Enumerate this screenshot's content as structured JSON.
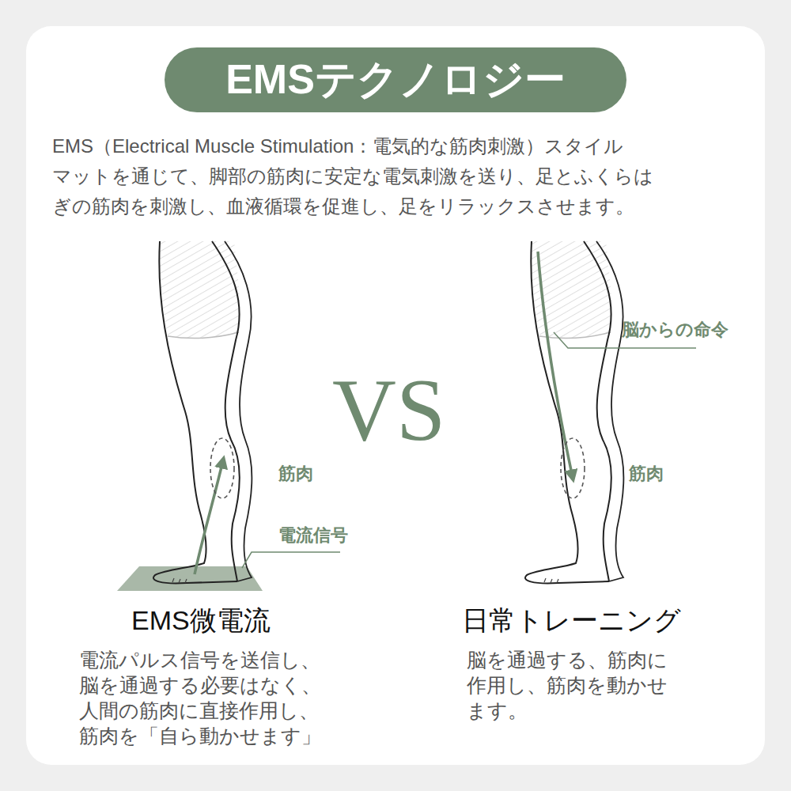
{
  "diagram": {
    "title": "EMSテクノロジー",
    "labels": [
      "EMS（Electrical Muscle Stimulation：電気的な筋肉刺激）スタイル マットを通じて、脚部の筋肉に安定な電気刺激を送り、足とふくらは ぎの筋肉を刺激し、血液循環を促進し、足をリラックスさせます。",
      "VS",
      "筋肉",
      "電流信号",
      "EMS微電流",
      "電流パルス信号を送信し、 脳を通過する必要はなく、 人間の筋肉に直接作用し、 筋肉を「自ら動かせます」",
      "脳からの命令",
      "筋肉",
      "日常トレーニング",
      "脳を通過する、筋肉に 作用し、筋肉を動かせ ます。"
    ]
  }
}
